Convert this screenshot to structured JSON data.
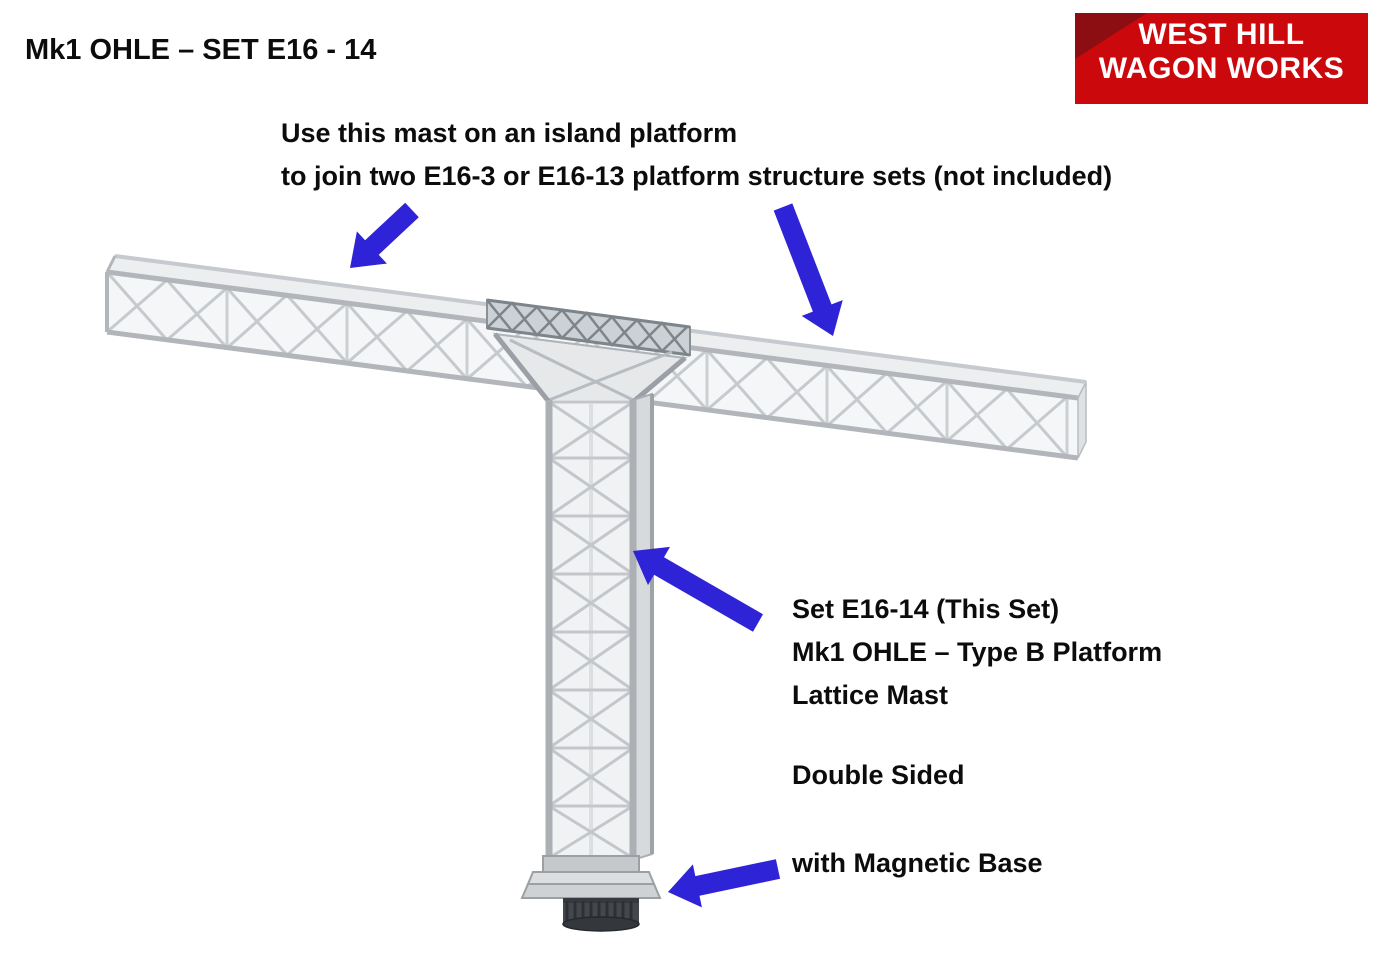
{
  "page": {
    "title": "Mk1 OHLE – SET E16 - 14"
  },
  "logo": {
    "line1": "WEST HILL",
    "line2": "WAGON WORKS",
    "bg_color": "#cb090c",
    "accent_color": "#8c0e12",
    "text_color": "#ffffff"
  },
  "instructions": {
    "line1": "Use this mast on an island platform",
    "line2": "to join two E16-3 or E16-13 platform structure sets (not included)"
  },
  "callouts": {
    "set_info": {
      "line1": "Set E16-14 (This Set)",
      "line2": "Mk1 OHLE – Type B Platform",
      "line3": "Lattice Mast"
    },
    "double_sided": "Double Sided",
    "magnetic_base": "with Magnetic Base"
  },
  "figure": {
    "description": "3D render of a lattice platform mast supporting a horizontal lattice boom, with a magnetic base",
    "arrow_color": "#2e23d6"
  }
}
